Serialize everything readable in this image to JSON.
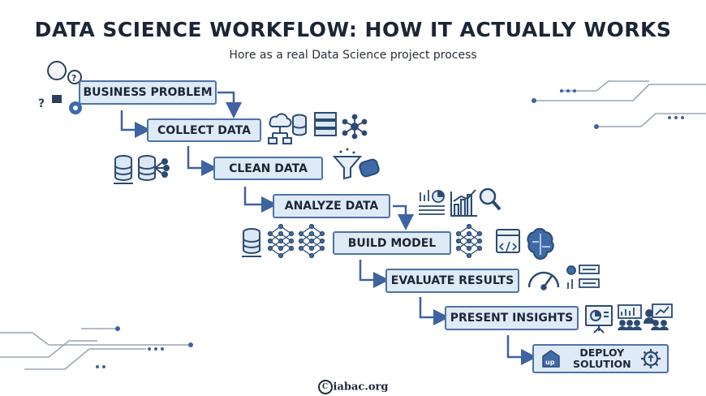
{
  "header": {
    "title": "DATA SCIENCE WORKFLOW: HOW IT ACTUALLY WORKS",
    "subtitle": "Hore as a real Data Science project process"
  },
  "steps": [
    {
      "label": "BUSINESS PROBLEM"
    },
    {
      "label": "COLLECT DATA"
    },
    {
      "label": "CLEAN DATA"
    },
    {
      "label": "ANALYZE DATA"
    },
    {
      "label": "BUILD MODEL"
    },
    {
      "label": "EVALUATE RESULTS"
    },
    {
      "label": "PRESENT INSIGHTS"
    },
    {
      "label_line1": "DEPLOY",
      "label_line2": "SOLUTION"
    }
  ],
  "icons": {
    "business_problem": [
      "question-bubble-icon",
      "lightbulb-icon",
      "gear-icon"
    ],
    "collect_data": [
      "cloud-network-icon",
      "database-icon",
      "server-icon",
      "network-node-icon"
    ],
    "clean_data": [
      "sparkle-icon",
      "funnel-icon",
      "sponge-icon"
    ],
    "clean_data_left": [
      "database-icon",
      "database-network-icon"
    ],
    "analyze_data": [
      "report-chart-icon",
      "bar-chart-icon",
      "magnifier-icon"
    ],
    "build_model_left": [
      "database-icon",
      "neural-network-icon",
      "neural-network-icon"
    ],
    "build_model_right": [
      "neural-network-icon",
      "code-window-icon",
      "brain-icon"
    ],
    "evaluate_results": [
      "gauge-icon",
      "metrics-panel-icon"
    ],
    "present_insights": [
      "presentation-board-icon",
      "team-chart-icon",
      "presenter-icon"
    ],
    "deploy_solution": [
      "upload-box-icon",
      "gear-icon"
    ]
  },
  "footer": {
    "brand": "iabac.org",
    "mark": "C"
  },
  "colors": {
    "box_fill": "#dfeaf7",
    "box_border": "#4c73a6",
    "connector": "#3f62a0",
    "circuit": "#9aa6b4",
    "title": "#1c2535"
  }
}
